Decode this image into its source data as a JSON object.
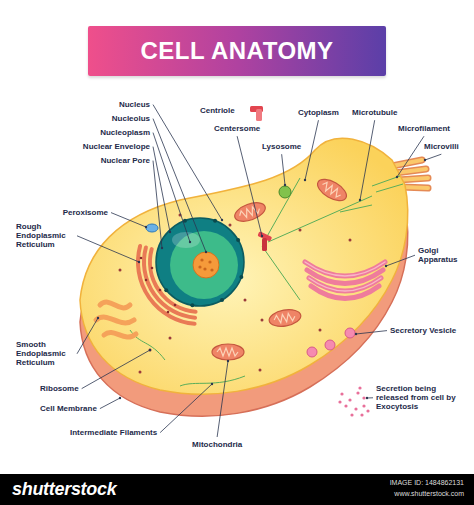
{
  "diagram": {
    "title": "CELL ANATOMY",
    "labels": [
      "Nucleus",
      "Nucleolus",
      "Nucleoplasm",
      "Nuclear Envelope",
      "Nuclear Pore",
      "Centriole",
      "Centersome",
      "Lysosome",
      "Cytoplasm",
      "Microtubule",
      "Microfilament",
      "Microvilli",
      "Peroxisome",
      "Rough Endoplasmic Reticulum",
      "Golgi Apparatus",
      "Smooth Endoplasmic Reticulum",
      "Secretory Vesicle",
      "Ribosome",
      "Cell Membrane",
      "Secretion being released from cell by Exocytosis",
      "Intermediate Filaments",
      "Mitochondria",
      "shutterstock",
      "IMAGE ID: 1484862131",
      "www.shutterstock.com"
    ]
  }
}
